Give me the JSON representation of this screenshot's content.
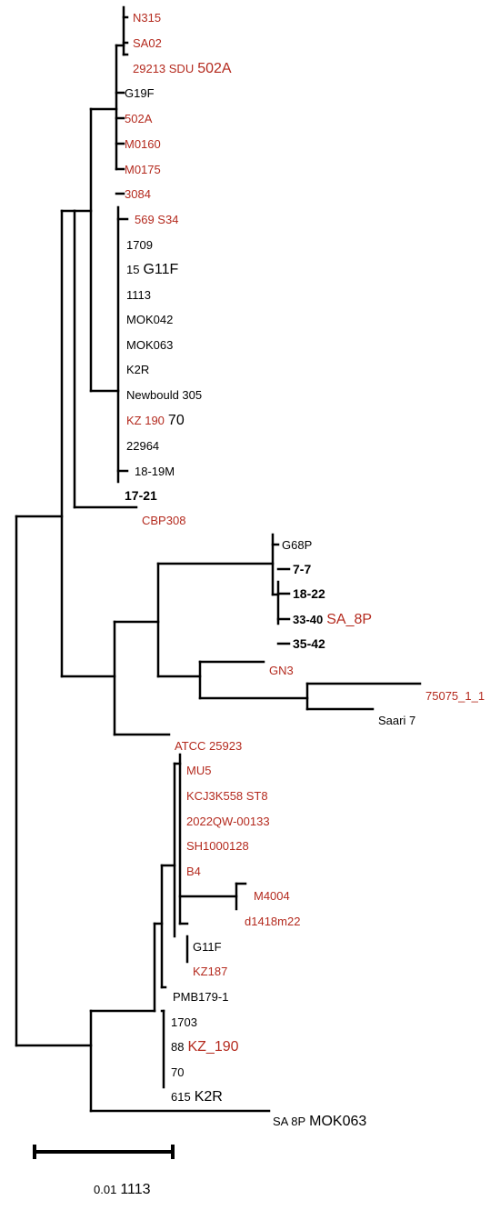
{
  "colors": {
    "branch": "#000000",
    "label_default": "#000000",
    "label_red": "#b42a1e"
  },
  "taxa": [
    {
      "id": "n315",
      "parts": [
        {
          "text": "N315"
        }
      ],
      "color": "red"
    },
    {
      "id": "sa02",
      "parts": [
        {
          "text": "SA02"
        }
      ],
      "color": "red"
    },
    {
      "id": "29213-sdu-502a",
      "parts": [
        {
          "text": "29213 SDU"
        },
        {
          "text": "502A",
          "big": true
        }
      ],
      "color": "red"
    },
    {
      "id": "g19f",
      "parts": [
        {
          "text": "G19F"
        }
      ]
    },
    {
      "id": "502a",
      "parts": [
        {
          "text": "502A"
        }
      ],
      "color": "red"
    },
    {
      "id": "m0160",
      "parts": [
        {
          "text": "M0160"
        }
      ],
      "color": "red"
    },
    {
      "id": "m0175",
      "parts": [
        {
          "text": "M0175"
        }
      ],
      "color": "red"
    },
    {
      "id": "3084",
      "parts": [
        {
          "text": "3084"
        }
      ],
      "color": "red"
    },
    {
      "id": "569-s34",
      "parts": [
        {
          "text": "569 S34"
        }
      ],
      "color": "red"
    },
    {
      "id": "1709",
      "parts": [
        {
          "text": "1709"
        }
      ]
    },
    {
      "id": "15-g11f",
      "parts": [
        {
          "text": "15"
        },
        {
          "text": "G11F",
          "big": true
        }
      ]
    },
    {
      "id": "1113",
      "parts": [
        {
          "text": "1113"
        }
      ]
    },
    {
      "id": "mok042",
      "parts": [
        {
          "text": "MOK042"
        }
      ]
    },
    {
      "id": "mok063",
      "parts": [
        {
          "text": "MOK063"
        }
      ]
    },
    {
      "id": "k2r",
      "parts": [
        {
          "text": "K2R"
        }
      ]
    },
    {
      "id": "newbould-305",
      "parts": [
        {
          "text": "Newbould 305"
        }
      ]
    },
    {
      "id": "kz190-70",
      "parts": [
        {
          "text": "KZ 190",
          "color": "red"
        },
        {
          "text": "70",
          "big": true
        }
      ]
    },
    {
      "id": "22964",
      "parts": [
        {
          "text": "22964"
        }
      ]
    },
    {
      "id": "18-19m",
      "parts": [
        {
          "text": "18-19M"
        }
      ]
    },
    {
      "id": "17-21",
      "parts": [
        {
          "text": "17-21"
        }
      ],
      "bold": true
    },
    {
      "id": "cbp308",
      "parts": [
        {
          "text": "CBP308"
        }
      ],
      "color": "red"
    },
    {
      "id": "g68p",
      "parts": [
        {
          "text": "G68P"
        }
      ]
    },
    {
      "id": "7-7",
      "parts": [
        {
          "text": "7-7"
        }
      ],
      "bold": true
    },
    {
      "id": "18-22",
      "parts": [
        {
          "text": "18-22"
        }
      ],
      "bold": true
    },
    {
      "id": "33-40-sa8p",
      "parts": [
        {
          "text": "33-40",
          "bold": true
        },
        {
          "text": "SA_8P",
          "big": true,
          "color": "red"
        }
      ]
    },
    {
      "id": "35-42",
      "parts": [
        {
          "text": "35-42"
        }
      ],
      "bold": true
    },
    {
      "id": "gn3",
      "parts": [
        {
          "text": "GN3"
        }
      ],
      "color": "red"
    },
    {
      "id": "75075-1-1",
      "parts": [
        {
          "text": "75075_1_1"
        }
      ],
      "color": "red"
    },
    {
      "id": "saari-7",
      "parts": [
        {
          "text": "Saari 7"
        }
      ]
    },
    {
      "id": "atcc-25923",
      "parts": [
        {
          "text": "ATCC 25923"
        }
      ],
      "color": "red"
    },
    {
      "id": "mu5",
      "parts": [
        {
          "text": "MU5"
        }
      ],
      "color": "red"
    },
    {
      "id": "kcj3k558-st8",
      "parts": [
        {
          "text": "KCJ3K558 ST8"
        }
      ],
      "color": "red"
    },
    {
      "id": "2022qw-00133",
      "parts": [
        {
          "text": "2022QW-00133"
        }
      ],
      "color": "red"
    },
    {
      "id": "sh1000128",
      "parts": [
        {
          "text": "SH1000128"
        }
      ],
      "color": "red"
    },
    {
      "id": "b4",
      "parts": [
        {
          "text": "B4"
        }
      ],
      "color": "red"
    },
    {
      "id": "m4004",
      "parts": [
        {
          "text": "M4004"
        }
      ],
      "color": "red"
    },
    {
      "id": "d1418m22",
      "parts": [
        {
          "text": "d1418m22"
        }
      ],
      "color": "red"
    },
    {
      "id": "g11f",
      "parts": [
        {
          "text": "G11F"
        }
      ]
    },
    {
      "id": "kz187",
      "parts": [
        {
          "text": "KZ187"
        }
      ],
      "color": "red"
    },
    {
      "id": "pmb179-1",
      "parts": [
        {
          "text": "PMB179-1"
        }
      ]
    },
    {
      "id": "1703",
      "parts": [
        {
          "text": "1703"
        }
      ]
    },
    {
      "id": "88-kz190",
      "parts": [
        {
          "text": "88"
        },
        {
          "text": "KZ_190",
          "big": true,
          "color": "red"
        }
      ]
    },
    {
      "id": "70",
      "parts": [
        {
          "text": "70"
        }
      ]
    },
    {
      "id": "615-k2r",
      "parts": [
        {
          "text": "615"
        },
        {
          "text": "K2R",
          "big": true
        }
      ]
    },
    {
      "id": "sa8p-mok063",
      "parts": [
        {
          "text": "SA 8P"
        },
        {
          "text": "MOK063",
          "big": true
        }
      ]
    }
  ],
  "scale_bar": {
    "length": 0.01,
    "parts": [
      {
        "text": "0.01"
      },
      {
        "text": "1113",
        "big": true
      }
    ]
  }
}
